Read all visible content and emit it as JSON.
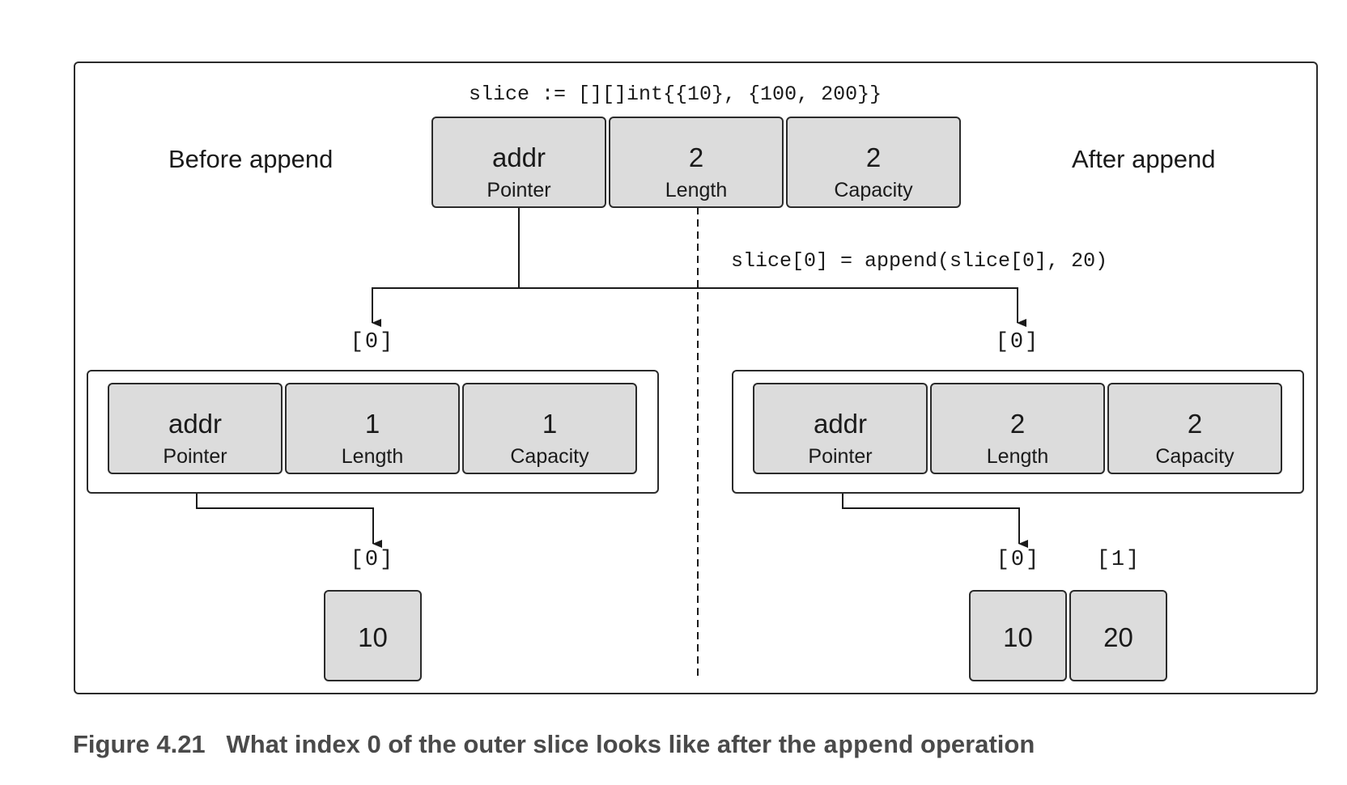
{
  "code": {
    "declaration": "slice := [][]int{{10}, {100, 200}}",
    "append_statement": "slice[0] = append(slice[0], 20)"
  },
  "labels": {
    "before": "Before append",
    "after": "After append"
  },
  "outer_slice_header": [
    {
      "value": "addr",
      "label": "Pointer"
    },
    {
      "value": "2",
      "label": "Length"
    },
    {
      "value": "2",
      "label": "Capacity"
    }
  ],
  "before": {
    "outer_index": "[0]",
    "header": [
      {
        "value": "addr",
        "label": "Pointer"
      },
      {
        "value": "1",
        "label": "Length"
      },
      {
        "value": "1",
        "label": "Capacity"
      }
    ],
    "array_indices": [
      "[0]"
    ],
    "array": [
      "10"
    ]
  },
  "after": {
    "outer_index": "[0]",
    "header": [
      {
        "value": "addr",
        "label": "Pointer"
      },
      {
        "value": "2",
        "label": "Length"
      },
      {
        "value": "2",
        "label": "Capacity"
      }
    ],
    "array_indices": [
      "[0]",
      "[1]"
    ],
    "array": [
      "10",
      "20"
    ]
  },
  "caption": {
    "number": "Figure 4.21",
    "text_before": "What index 0 of the outer slice looks like after the ",
    "code_word": "append",
    "text_after": " operation"
  }
}
